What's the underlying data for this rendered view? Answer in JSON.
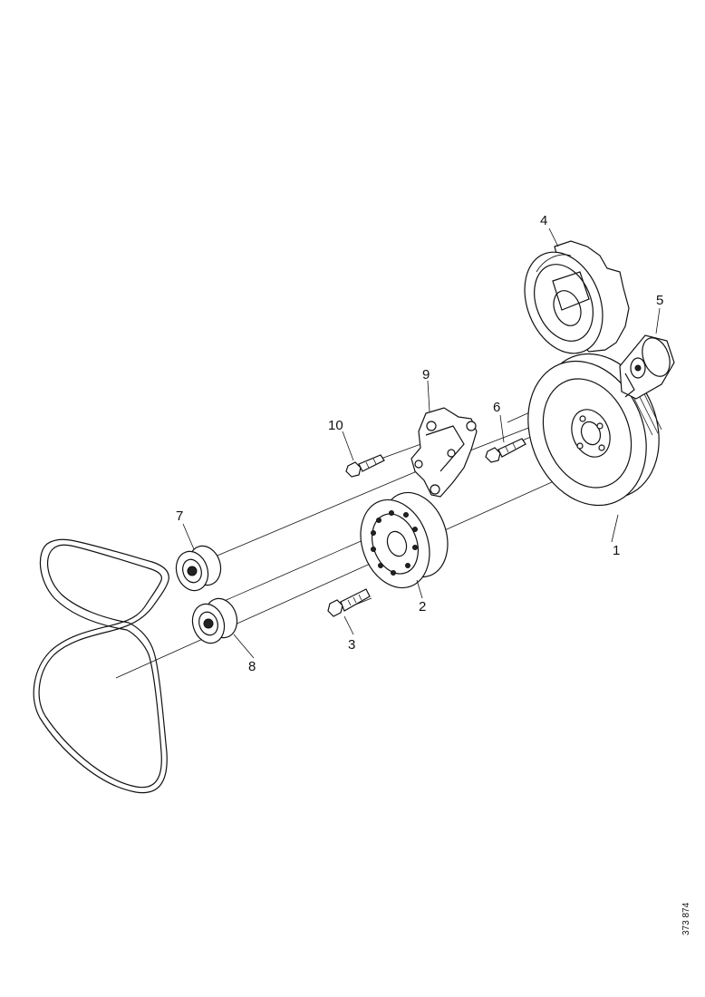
{
  "parts": [
    {
      "number": "1",
      "name": "crankshaft-pulley"
    },
    {
      "number": "2",
      "name": "drive-pulley"
    },
    {
      "number": "3",
      "name": "bolt"
    },
    {
      "number": "4",
      "name": "accessory-pulley"
    },
    {
      "number": "5",
      "name": "belt-tensioner"
    },
    {
      "number": "6",
      "name": "bolt"
    },
    {
      "number": "7",
      "name": "idler-pulley"
    },
    {
      "number": "8",
      "name": "idler-pulley"
    },
    {
      "number": "9",
      "name": "bracket"
    },
    {
      "number": "10",
      "name": "bolt"
    }
  ],
  "figure_id": "373 874"
}
